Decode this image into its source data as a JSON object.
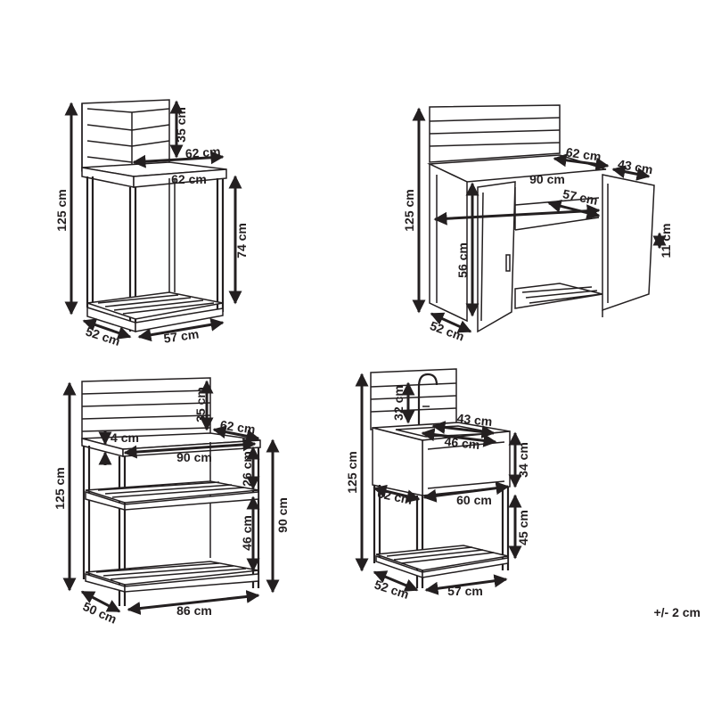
{
  "tolerance": "+/- 2 cm",
  "units": [
    {
      "id": "unit-1",
      "dims": {
        "h_total": "125 cm",
        "h_back": "35 cm",
        "w_top_back": "62 cm",
        "w_top": "62 cm",
        "h_table": "74 cm",
        "depth": "52 cm",
        "w_base": "57 cm"
      }
    },
    {
      "id": "unit-2",
      "dims": {
        "h_total": "125 cm",
        "w_top_back": "62 cm",
        "door_depth": "43 cm",
        "w_top": "90 cm",
        "w_inner": "57 cm",
        "h_door": "56 cm",
        "h_leg": "11 cm",
        "depth": "52 cm"
      }
    },
    {
      "id": "unit-3",
      "dims": {
        "h_total": "125 cm",
        "h_back": "35 cm",
        "h_gap": "4 cm",
        "w_side": "62 cm",
        "w_top": "90 cm",
        "h_upper": "26 cm",
        "h_lower": "46 cm",
        "h_table": "90 cm",
        "depth": "50 cm",
        "w_base": "86 cm"
      }
    },
    {
      "id": "unit-4",
      "dims": {
        "h_total": "125 cm",
        "h_back": "32 cm",
        "w_sink": "43 cm",
        "w_basin": "46 cm",
        "h_cabinet": "34 cm",
        "w_side": "62 cm",
        "w_mid": "60 cm",
        "h_lower": "45 cm",
        "depth": "52 cm",
        "w_base": "57 cm"
      }
    }
  ]
}
